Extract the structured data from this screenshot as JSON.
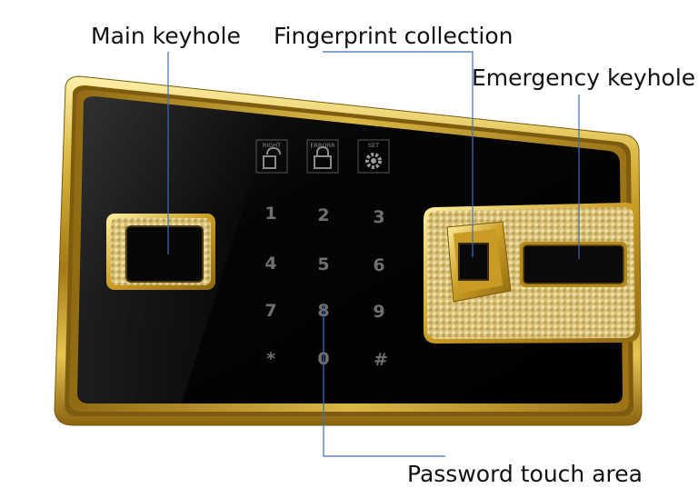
{
  "callouts": {
    "main_keyhole": "Main keyhole",
    "fingerprint": "Fingerprint collection",
    "emergency_keyhole": "Emergency keyhole",
    "password_area": "Password touch area"
  },
  "status_icons": [
    {
      "label": "RIGHT",
      "icon": "unlocked-padlock-icon"
    },
    {
      "label": "ERRORR",
      "icon": "locked-padlock-icon"
    },
    {
      "label": "SET",
      "icon": "gear-icon"
    }
  ],
  "keypad": [
    "1",
    "2",
    "3",
    "4",
    "5",
    "6",
    "7",
    "8",
    "9",
    "*",
    "0",
    "#"
  ],
  "colors": {
    "gold": "#d4b13a",
    "panel": "#050505",
    "leader_line": "#3b6fb5",
    "key_text": "#6f6f6f"
  }
}
